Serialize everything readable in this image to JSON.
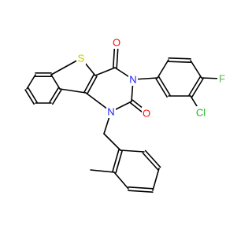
{
  "molecule": {
    "atoms": [
      {
        "id": "S",
        "label": "S",
        "color": "#c6c600"
      },
      {
        "id": "O1",
        "label": "O",
        "color": "#ff0d0d"
      },
      {
        "id": "N3",
        "label": "N",
        "color": "#1d1dff"
      },
      {
        "id": "F",
        "label": "F",
        "color": "#56b356"
      },
      {
        "id": "Cl",
        "label": "Cl",
        "color": "#1fb81f"
      },
      {
        "id": "O2",
        "label": "O",
        "color": "#ff0d0d"
      },
      {
        "id": "N1",
        "label": "N",
        "color": "#1d1dff"
      }
    ],
    "bond_color": "#000000"
  }
}
